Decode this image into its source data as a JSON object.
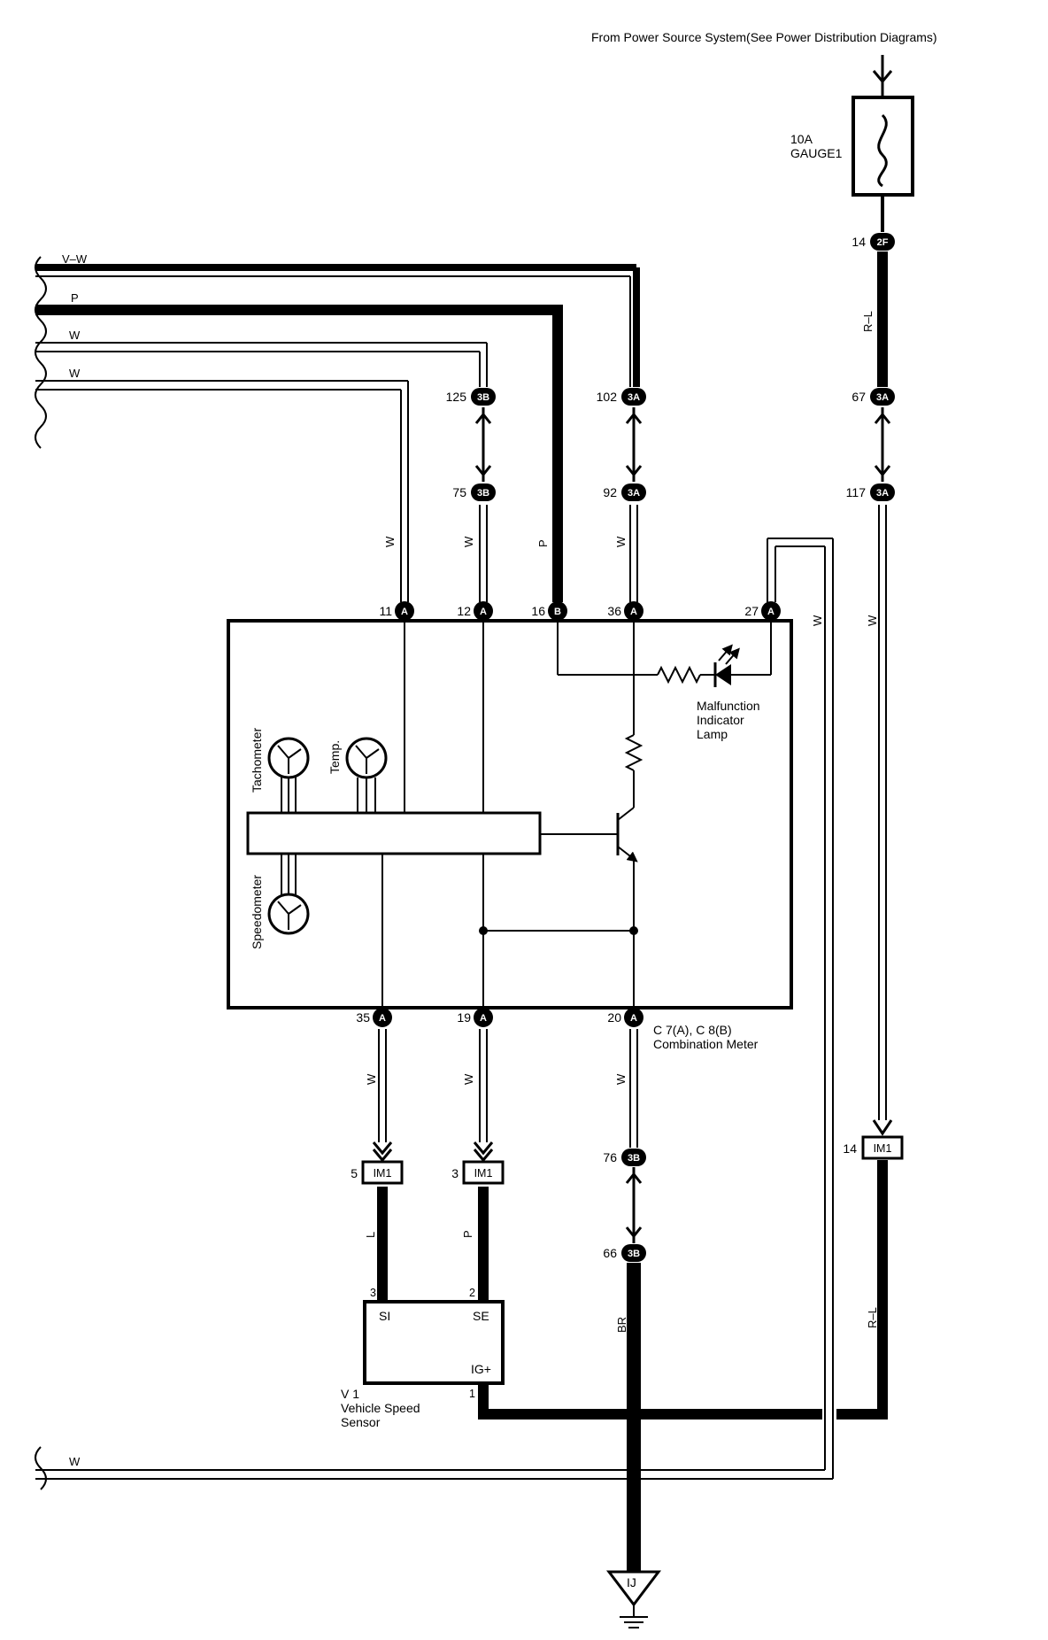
{
  "power_source": "From Power Source System(See Power Distribution Diagrams)",
  "fuse": {
    "rating": "10A",
    "name": "GAUGE1"
  },
  "left_wires": {
    "vw": "V–W",
    "p": "P",
    "w1": "W",
    "w2": "W",
    "w_bottom": "W"
  },
  "wire_colors": {
    "w": "W",
    "p": "P",
    "l": "L",
    "br": "BR",
    "rl": "R–L"
  },
  "connectors": {
    "c14_2f": {
      "pin": "14",
      "code": "2F"
    },
    "c125_3b": {
      "pin": "125",
      "code": "3B"
    },
    "c102_3a": {
      "pin": "102",
      "code": "3A"
    },
    "c67_3a": {
      "pin": "67",
      "code": "3A"
    },
    "c75_3b": {
      "pin": "75",
      "code": "3B"
    },
    "c92_3a": {
      "pin": "92",
      "code": "3A"
    },
    "c117_3a": {
      "pin": "117",
      "code": "3A"
    },
    "c11_a": {
      "pin": "11",
      "code": "A"
    },
    "c12_a": {
      "pin": "12",
      "code": "A"
    },
    "c16_b": {
      "pin": "16",
      "code": "B"
    },
    "c36_a": {
      "pin": "36",
      "code": "A"
    },
    "c27_a": {
      "pin": "27",
      "code": "A"
    },
    "c35_a": {
      "pin": "35",
      "code": "A"
    },
    "c19_a": {
      "pin": "19",
      "code": "A"
    },
    "c20_a": {
      "pin": "20",
      "code": "A"
    },
    "c76_3b": {
      "pin": "76",
      "code": "3B"
    },
    "c66_3b": {
      "pin": "66",
      "code": "3B"
    },
    "im1_5": {
      "pin": "5",
      "code": "IM1"
    },
    "im1_3": {
      "pin": "3",
      "code": "IM1"
    },
    "im1_14": {
      "pin": "14",
      "code": "IM1"
    }
  },
  "meter": {
    "ref": "C 7(A), C 8(B)",
    "name": "Combination Meter",
    "tachometer": "Tachometer",
    "temp": "Temp.",
    "speedometer": "Speedometer",
    "mil_line1": "Malfunction",
    "mil_line2": "Indicator",
    "mil_line3": "Lamp"
  },
  "sensor": {
    "ref": "V 1",
    "name_line1": "Vehicle Speed",
    "name_line2": "Sensor",
    "pin_si": "SI",
    "pin_se": "SE",
    "pin_ig": "IG+",
    "pin3": "3",
    "pin2": "2",
    "pin1": "1"
  },
  "ground": {
    "code": "IJ"
  }
}
